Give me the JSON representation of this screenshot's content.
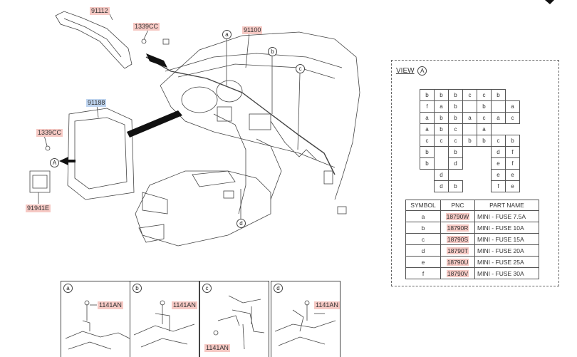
{
  "labels": {
    "p91112": "91112",
    "p1339cc_top": "1339CC",
    "p91100": "91100",
    "p91188": "91188",
    "p1339cc_left": "1339CC",
    "p91941e": "91941E"
  },
  "callouts": {
    "a": "a",
    "b": "b",
    "c": "c",
    "d": "d",
    "view_a": "A"
  },
  "view": {
    "title": "VIEW",
    "marker": "A",
    "fuse_grid": [
      [
        "b",
        "b",
        "b",
        "c",
        "c",
        "b",
        ""
      ],
      [
        "f",
        "a",
        "b",
        "",
        "b",
        "",
        "a"
      ],
      [
        "a",
        "b",
        "b",
        "a",
        "c",
        "a",
        "c"
      ],
      [
        "a",
        "b",
        "c",
        "",
        "a",
        "",
        ""
      ],
      [
        "c",
        "c",
        "c",
        "b",
        "b",
        "c",
        "b"
      ],
      [
        "b",
        "",
        "b",
        "",
        "",
        "d",
        "f"
      ],
      [
        "b",
        "",
        "d",
        "",
        "",
        "e",
        "f"
      ],
      [
        "",
        "d",
        "",
        "",
        "",
        "e",
        "e"
      ],
      [
        "",
        "d",
        "b",
        "",
        "",
        "f",
        "e"
      ]
    ],
    "legend_headers": [
      "SYMBOL",
      "PNC",
      "PART NAME"
    ],
    "legend_rows": [
      {
        "symbol": "a",
        "pnc": "18790W",
        "name": "MINI - FUSE 7.5A"
      },
      {
        "symbol": "b",
        "pnc": "18790R",
        "name": "MINI - FUSE 10A"
      },
      {
        "symbol": "c",
        "pnc": "18790S",
        "name": "MINI - FUSE 15A"
      },
      {
        "symbol": "d",
        "pnc": "18790T",
        "name": "MINI - FUSE 20A"
      },
      {
        "symbol": "e",
        "pnc": "18790U",
        "name": "MINI - FUSE 25A"
      },
      {
        "symbol": "f",
        "pnc": "18790V",
        "name": "MINI - FUSE 30A"
      }
    ]
  },
  "details": [
    {
      "callout": "a",
      "part": "1141AN"
    },
    {
      "callout": "b",
      "part": "1141AN"
    },
    {
      "callout": "c",
      "part": "1141AN"
    },
    {
      "callout": "d",
      "part": "1141AN"
    }
  ],
  "colors": {
    "part_highlight": "#f6c9c4",
    "blue_highlight": "#bfd5f0",
    "line": "#444444"
  }
}
